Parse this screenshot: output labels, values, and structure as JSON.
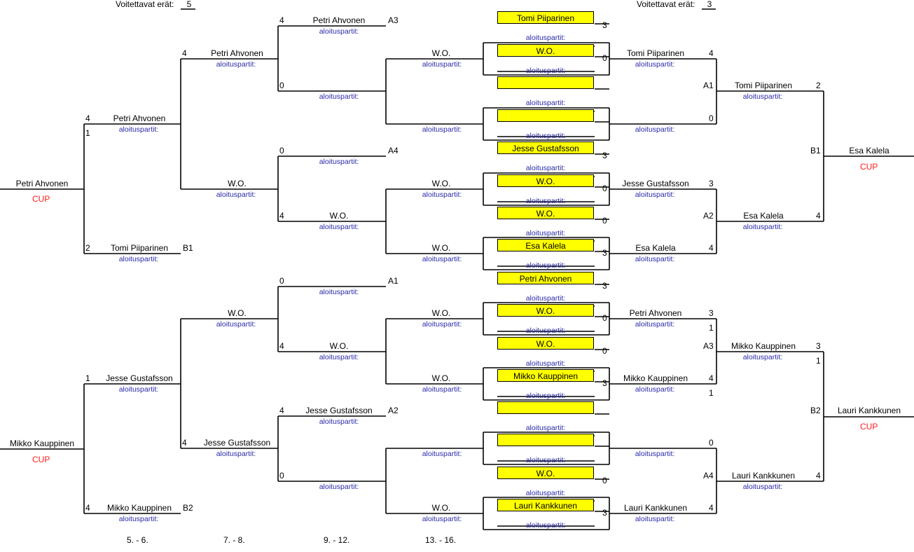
{
  "header": {
    "left": {
      "label": "Voitettavat erät:",
      "value": "5"
    },
    "right": {
      "label": "Voitettavat erät:",
      "value": "3"
    }
  },
  "aloitus": "aloituspartit:",
  "cup": "CUP",
  "bottom_labels": [
    "5. - 6.",
    "7. - 8.",
    "9. - 12.",
    "13. - 16."
  ],
  "left_finalists": {
    "top": "Petri Ahvonen",
    "bottom": "Mikko Kauppinen"
  },
  "right_finalists": {
    "top": "Esa Kalela",
    "bottom": "Lauri Kankkunen"
  },
  "col1": [
    {
      "name": "Petri Ahvonen",
      "score": "4",
      "extra": "1",
      "tag": ""
    },
    {
      "name": "Tomi Piiparinen",
      "score": "2",
      "extra": "",
      "tag": "B1"
    },
    {
      "name": "Jesse Gustafsson",
      "score": "1",
      "extra": "",
      "tag": ""
    },
    {
      "name": "Mikko Kauppinen",
      "score": "4",
      "extra": "",
      "tag": "B2"
    }
  ],
  "col2": [
    {
      "name": "Petri Ahvonen",
      "score": "4"
    },
    {
      "name": "W.O.",
      "score": ""
    },
    {
      "name": "W.O.",
      "score": ""
    },
    {
      "name": "Jesse Gustafsson",
      "score": "4"
    }
  ],
  "col3": [
    {
      "name": "Petri Ahvonen",
      "score": "4",
      "tag": "A3"
    },
    {
      "name": "",
      "score": "0",
      "tag": ""
    },
    {
      "name": "",
      "score": "0",
      "tag": "A4"
    },
    {
      "name": "W.O.",
      "score": "4",
      "tag": ""
    },
    {
      "name": "",
      "score": "0",
      "tag": "A1"
    },
    {
      "name": "W.O.",
      "score": "4",
      "tag": ""
    },
    {
      "name": "Jesse Gustafsson",
      "score": "4",
      "tag": "A2"
    },
    {
      "name": "",
      "score": "0",
      "tag": ""
    }
  ],
  "col4": [
    "W.O.",
    "",
    "W.O.",
    "W.O.",
    "W.O.",
    "W.O.",
    "",
    "W.O."
  ],
  "yellow": [
    {
      "name": "Tomi Piiparinen",
      "score": "3"
    },
    {
      "name": "W.O.",
      "score": "0"
    },
    {
      "name": "",
      "score": ""
    },
    {
      "name": "",
      "score": ""
    },
    {
      "name": "Jesse Gustafsson",
      "score": "3"
    },
    {
      "name": "W.O.",
      "score": "0"
    },
    {
      "name": "W.O.",
      "score": "0"
    },
    {
      "name": "Esa Kalela",
      "score": "3"
    },
    {
      "name": "Petri Ahvonen",
      "score": "3"
    },
    {
      "name": "W.O.",
      "score": "0"
    },
    {
      "name": "W.O.",
      "score": "0"
    },
    {
      "name": "Mikko Kauppinen",
      "score": "3"
    },
    {
      "name": "",
      "score": ""
    },
    {
      "name": "",
      "score": ""
    },
    {
      "name": "W.O.",
      "score": "0"
    },
    {
      "name": "Lauri Kankkunen",
      "score": "3"
    }
  ],
  "col6": [
    {
      "name": "Tomi Piiparinen",
      "score": "4",
      "extra": ""
    },
    {
      "name": "",
      "score": "0",
      "extra": ""
    },
    {
      "name": "Jesse Gustafsson",
      "score": "3",
      "extra": ""
    },
    {
      "name": "Esa Kalela",
      "score": "4",
      "extra": ""
    },
    {
      "name": "Petri Ahvonen",
      "score": "3",
      "extra": "1"
    },
    {
      "name": "Mikko Kauppinen",
      "score": "4",
      "extra": "1"
    },
    {
      "name": "",
      "score": "0",
      "extra": ""
    },
    {
      "name": "Lauri Kankkunen",
      "score": "4",
      "extra": ""
    }
  ],
  "col7": [
    {
      "name": "Tomi Piiparinen",
      "score": "2",
      "tag": "A1",
      "extra": ""
    },
    {
      "name": "Esa Kalela",
      "score": "4",
      "tag": "A2",
      "extra": ""
    },
    {
      "name": "Mikko Kauppinen",
      "score": "3",
      "tag": "A3",
      "extra": "1"
    },
    {
      "name": "Lauri Kankkunen",
      "score": "4",
      "tag": "A4",
      "extra": ""
    }
  ],
  "col8": [
    {
      "tag": "B1"
    },
    {
      "tag": "B2"
    }
  ]
}
